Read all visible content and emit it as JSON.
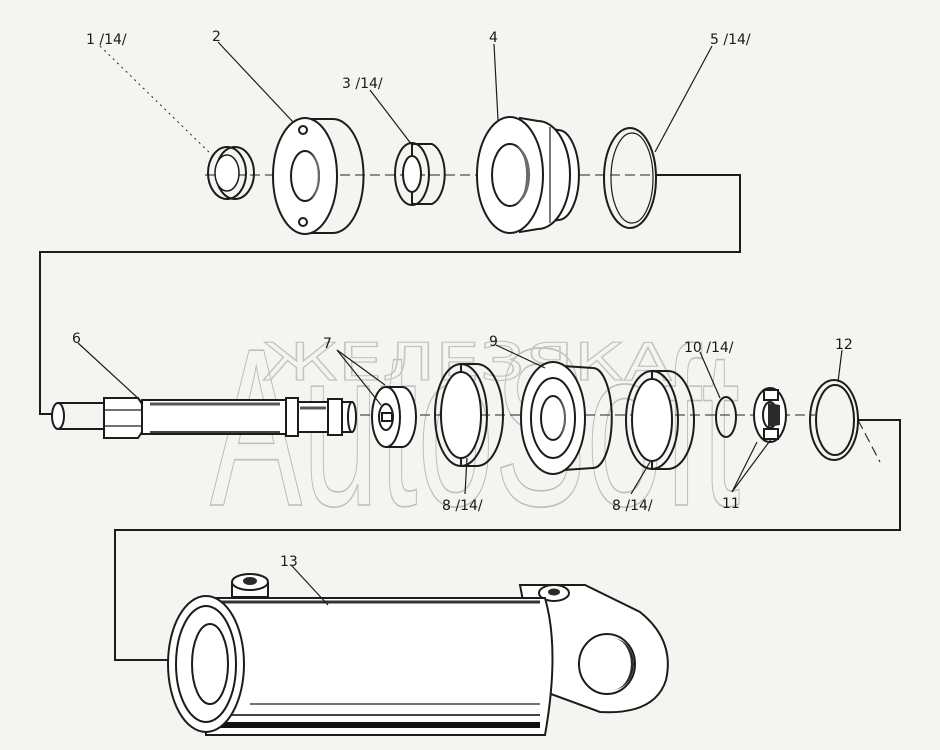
{
  "watermark": {
    "brand": "AutoSoft",
    "cyrillic": "ЖЕЛЕЗЯКА"
  },
  "callouts": [
    {
      "id": "1",
      "text": "1 /14/"
    },
    {
      "id": "2",
      "text": "2"
    },
    {
      "id": "3",
      "text": "3 /14/"
    },
    {
      "id": "4",
      "text": "4"
    },
    {
      "id": "5",
      "text": "5 /14/"
    },
    {
      "id": "6",
      "text": "6"
    },
    {
      "id": "7",
      "text": "7"
    },
    {
      "id": "9",
      "text": "9"
    },
    {
      "id": "10",
      "text": "10 /14/"
    },
    {
      "id": "12",
      "text": "12"
    },
    {
      "id": "8a",
      "text": "8 /14/"
    },
    {
      "id": "8b",
      "text": "8 /14/"
    },
    {
      "id": "11",
      "text": "11"
    },
    {
      "id": "13",
      "text": "13"
    }
  ]
}
